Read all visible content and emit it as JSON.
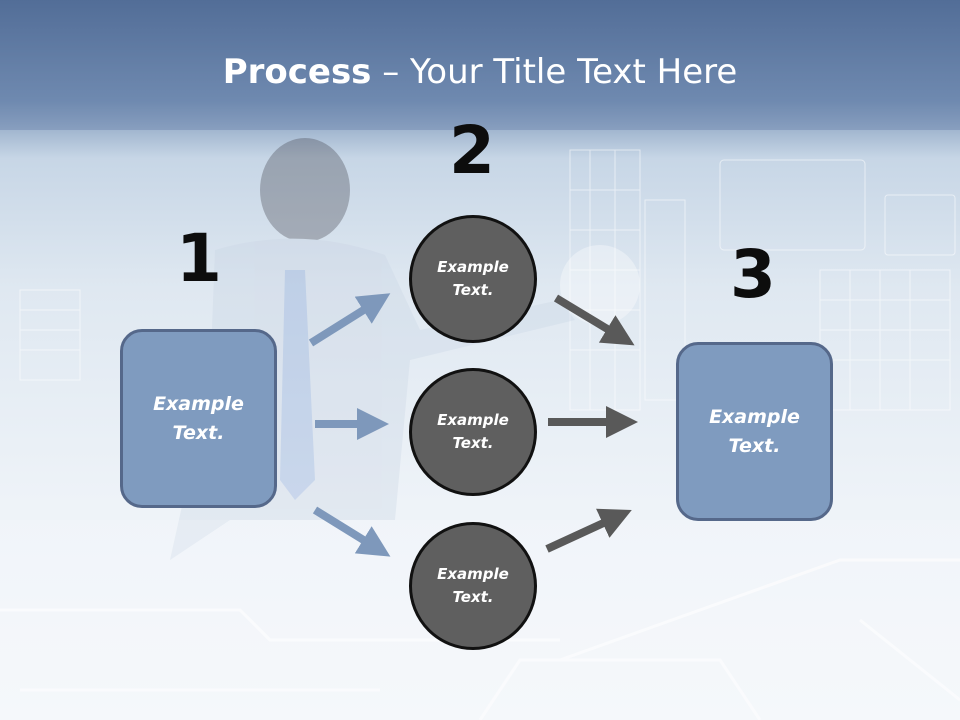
{
  "title": {
    "bold": "Process",
    "rest": " – Your Title Text Here"
  },
  "numbers": {
    "one": "1",
    "two": "2",
    "three": "3"
  },
  "left_box": {
    "line1": "Example",
    "line2": "Text."
  },
  "right_box": {
    "line1": "Example",
    "line2": "Text."
  },
  "circles": [
    {
      "line1": "Example",
      "line2": "Text."
    },
    {
      "line1": "Example",
      "line2": "Text."
    },
    {
      "line1": "Example",
      "line2": "Text."
    }
  ],
  "colors": {
    "box_fill": "#7f9bbf",
    "box_border": "#55688a",
    "circle_fill": "#5f5f5f",
    "left_arrows": "#7e98bb",
    "right_arrows": "#595959"
  }
}
